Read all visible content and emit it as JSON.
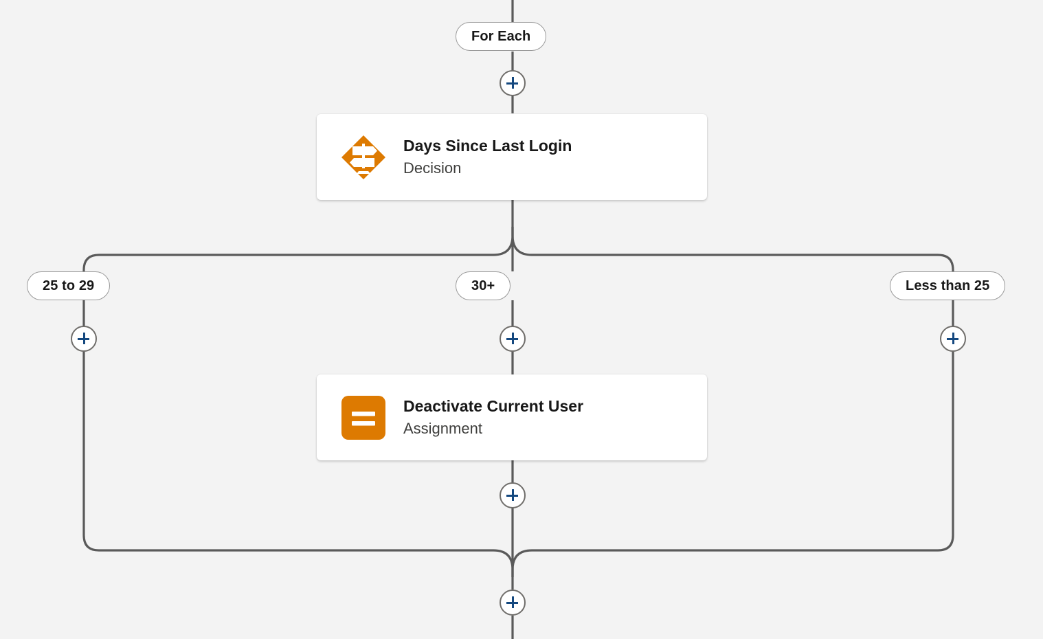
{
  "canvas": {
    "background_color": "#f3f3f3",
    "connector_color": "#5a5a5a",
    "accent_color": "#14487f",
    "element_icon_color": "#dd7a01"
  },
  "flow": {
    "loop_label": "For Each",
    "decision": {
      "title": "Days Since Last Login",
      "subtitle": "Decision",
      "icon": "decision-signpost-icon",
      "icon_color": "#dd7a01"
    },
    "branches": [
      {
        "label": "25 to 29",
        "position": "left"
      },
      {
        "label": "30+",
        "position": "center"
      },
      {
        "label": "Less than 25",
        "position": "right"
      }
    ],
    "assignment": {
      "title": "Deactivate Current User",
      "subtitle": "Assignment",
      "icon": "assignment-equals-icon",
      "icon_color": "#dd7a01"
    },
    "add_buttons": [
      {
        "id": "after-for-each"
      },
      {
        "id": "branch-left"
      },
      {
        "id": "branch-center"
      },
      {
        "id": "branch-right"
      },
      {
        "id": "after-assignment"
      },
      {
        "id": "after-merge"
      }
    ]
  }
}
